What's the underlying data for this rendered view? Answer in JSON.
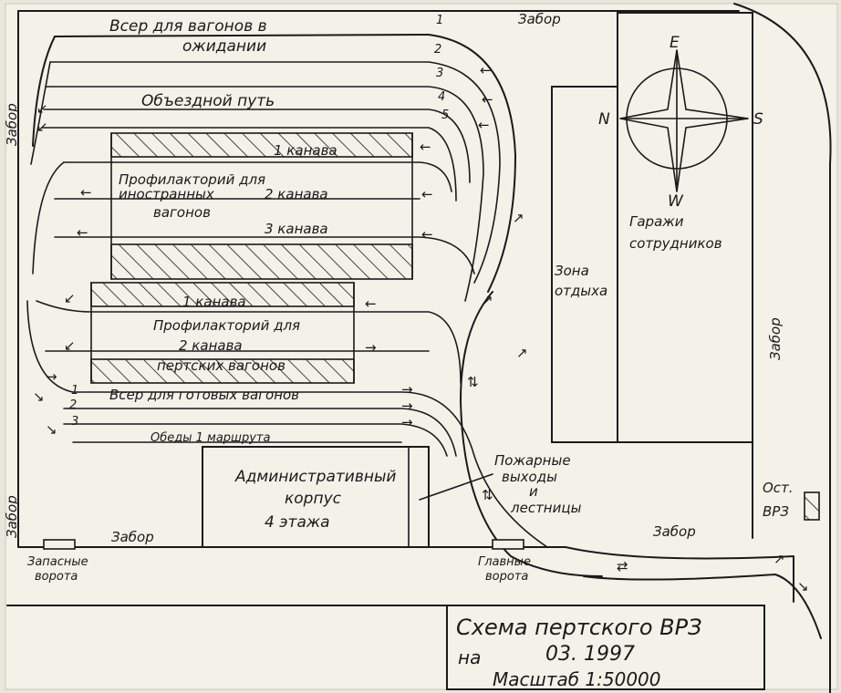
{
  "labels": {
    "track_waiting_1": "Всер для вагонов в",
    "track_waiting_2": "ожидании",
    "fence_top": "Забор",
    "fence_left_top": "Забор",
    "fence_left_bottom": "Забор",
    "fence_right": "Забор",
    "fence_bottom_left": "Забор",
    "fence_bottom_right": "Забор",
    "bypass": "Объездной путь",
    "track_nums": [
      "1",
      "2",
      "3",
      "4",
      "5"
    ],
    "foreign_depot_1": "Профилакторий для",
    "foreign_depot_2": "иностранных",
    "foreign_depot_3": "вагонов",
    "pit_1_upper": "1 канава",
    "pit_2_upper": "2 канава",
    "pit_3_upper": "3 канава",
    "perm_depot_1": "Профилакторий для",
    "perm_depot_2": "пертских вагонов",
    "pit_1_lower": "1 канава",
    "pit_2_lower": "2 канава",
    "ready_tracks": "Всер для готовых вагонов",
    "ready_nums": [
      "1",
      "2",
      "3"
    ],
    "route": "Обеды 1 маршрута",
    "admin_1": "Административный",
    "admin_2": "корпус",
    "admin_3": "4 этажа",
    "fire_exits_1": "Пожарные",
    "fire_exits_2": "выходы",
    "fire_exits_3": "и",
    "fire_exits_4": "лестницы",
    "rest_zone_1": "Зона",
    "rest_zone_2": "отдыха",
    "garages_1": "Гаражи",
    "garages_2": "сотрудников",
    "stop_1": "Ост.",
    "stop_2": "ВРЗ",
    "spare_gate_1": "Запасные",
    "spare_gate_2": "ворота",
    "main_gate_1": "Главные",
    "main_gate_2": "ворота",
    "compass_e": "E",
    "compass_n": "N",
    "compass_s": "S",
    "compass_w": "W"
  },
  "title_block": {
    "line1": "Схема пертского ВРЗ",
    "date_prefix": "на",
    "date": "03. 1997",
    "scale": "Масштаб 1:50000"
  }
}
